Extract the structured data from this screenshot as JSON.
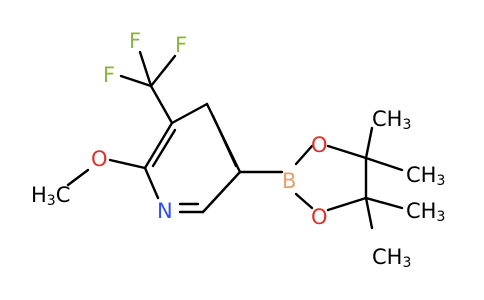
{
  "molecule": {
    "colors": {
      "carbon_bonds": "#000000",
      "fluorine": "#8db33f",
      "oxygen": "#e0302a",
      "nitrogen": "#3050f8",
      "boron": "#e0a070",
      "hydrogen_text": "#000000"
    },
    "labels": {
      "F1": "F",
      "F2": "F",
      "F3": "F",
      "O_methoxy": "O",
      "N_ring": "N",
      "B": "B",
      "O_upper": "O",
      "O_lower": "O",
      "methyl_left": {
        "main": "H",
        "sub": "3",
        "tail": "C"
      },
      "methyl_1": {
        "main": "CH",
        "sub": "3"
      },
      "methyl_2": {
        "main": "CH",
        "sub": "3"
      },
      "methyl_3": {
        "main": "CH",
        "sub": "3"
      },
      "methyl_4": {
        "main": "CH",
        "sub": "3"
      }
    }
  }
}
